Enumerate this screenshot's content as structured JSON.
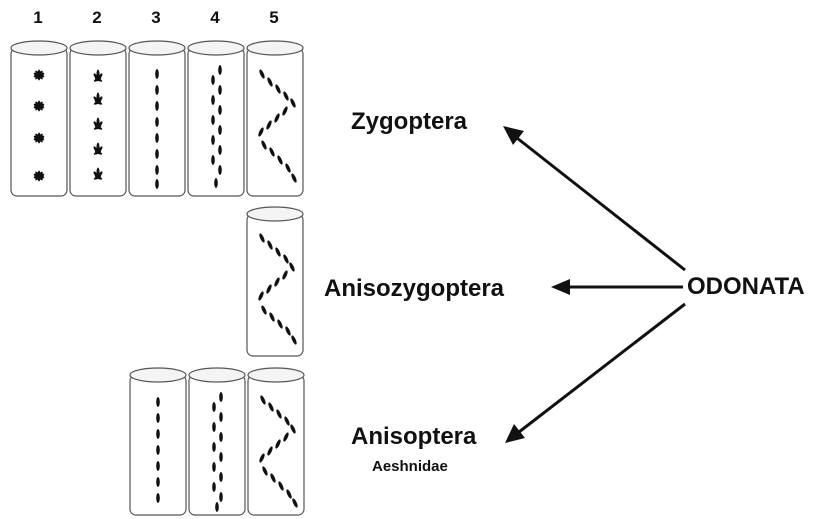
{
  "column_numbers": [
    "1",
    "2",
    "3",
    "4",
    "5"
  ],
  "labels": {
    "odonata": "ODONATA",
    "zygoptera": "Zygoptera",
    "anisozygoptera": "Anisozygoptera",
    "anisoptera": "Anisoptera",
    "aeshnidae": "Aeshnidae"
  },
  "rows": [
    {
      "group": "zygoptera",
      "columns": [
        "1",
        "2",
        "3",
        "4",
        "5"
      ]
    },
    {
      "group": "anisozygoptera",
      "columns": [
        "5"
      ]
    },
    {
      "group": "anisoptera",
      "columns": [
        "3",
        "4",
        "5"
      ]
    }
  ],
  "colors": {
    "ink": "#111111",
    "outline": "#555555",
    "background": "#ffffff"
  }
}
